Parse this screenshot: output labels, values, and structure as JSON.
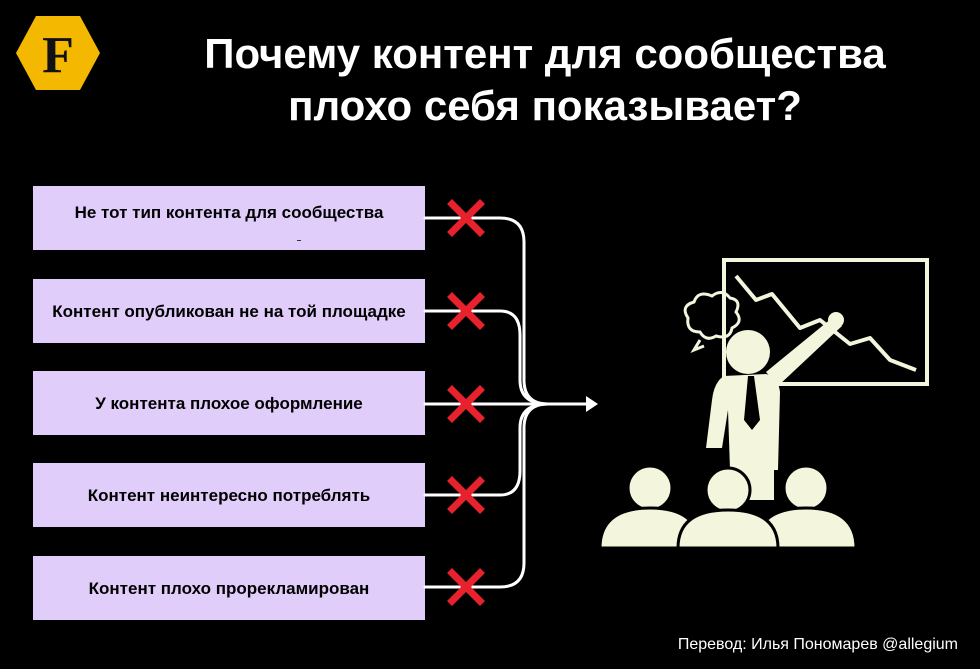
{
  "title": {
    "line1": "Почему контент для сообщества",
    "line2": "плохо себя показывает?"
  },
  "logo": {
    "letter": "F",
    "icon": "hexagon-logo-icon",
    "color": "#f5b800"
  },
  "reasons": [
    {
      "text": "Не тот тип контента для сообщества"
    },
    {
      "text": "Контент опубликован не на той площадке"
    },
    {
      "text": "У контента плохое оформление"
    },
    {
      "text": "Контент неинтересно потреблять"
    },
    {
      "text": "Контент плохо прорекламирован"
    }
  ],
  "markers": {
    "icon": "red-cross-icon",
    "color": "#e8222d"
  },
  "illustration": {
    "icon": "angry-presenter-audience-icon",
    "color": "#f3f5dc"
  },
  "footer": {
    "credit": "Перевод: Илья Пономарев @allegium"
  }
}
